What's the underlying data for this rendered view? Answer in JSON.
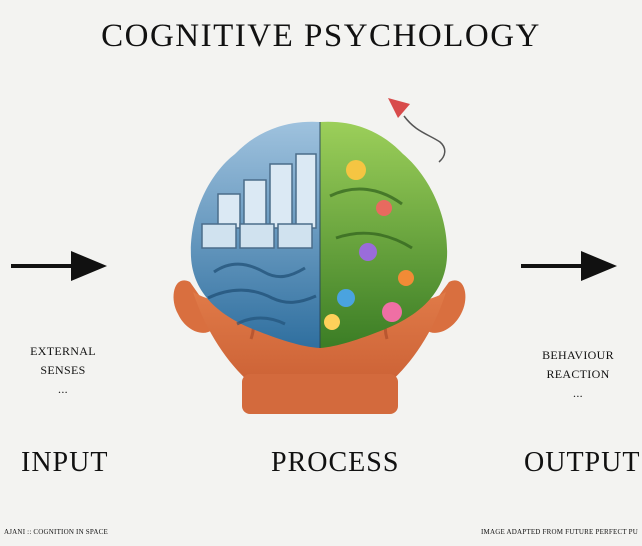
{
  "title": "COGNITIVE PSYCHOLOGY",
  "stages": {
    "input": {
      "label": "INPUT",
      "caption_line1": "EXTERNAL",
      "caption_line2": "SENSES",
      "caption_line3": "..."
    },
    "process": {
      "label": "PROCESS"
    },
    "output": {
      "label": "OUTPUT",
      "caption_line1": "BEHAVIOUR",
      "caption_line2": "REACTION",
      "caption_line3": "..."
    }
  },
  "credits": {
    "left": "AJANI :: COGNITION IN SPACE",
    "right": "IMAGE ADAPTED FROM FUTURE PERFECT PU"
  },
  "colors": {
    "background": "#f3f3f1",
    "text": "#111111",
    "brain_left": "#4f7fb1",
    "brain_right": "#5a9a36",
    "head": "#d96f3f"
  }
}
